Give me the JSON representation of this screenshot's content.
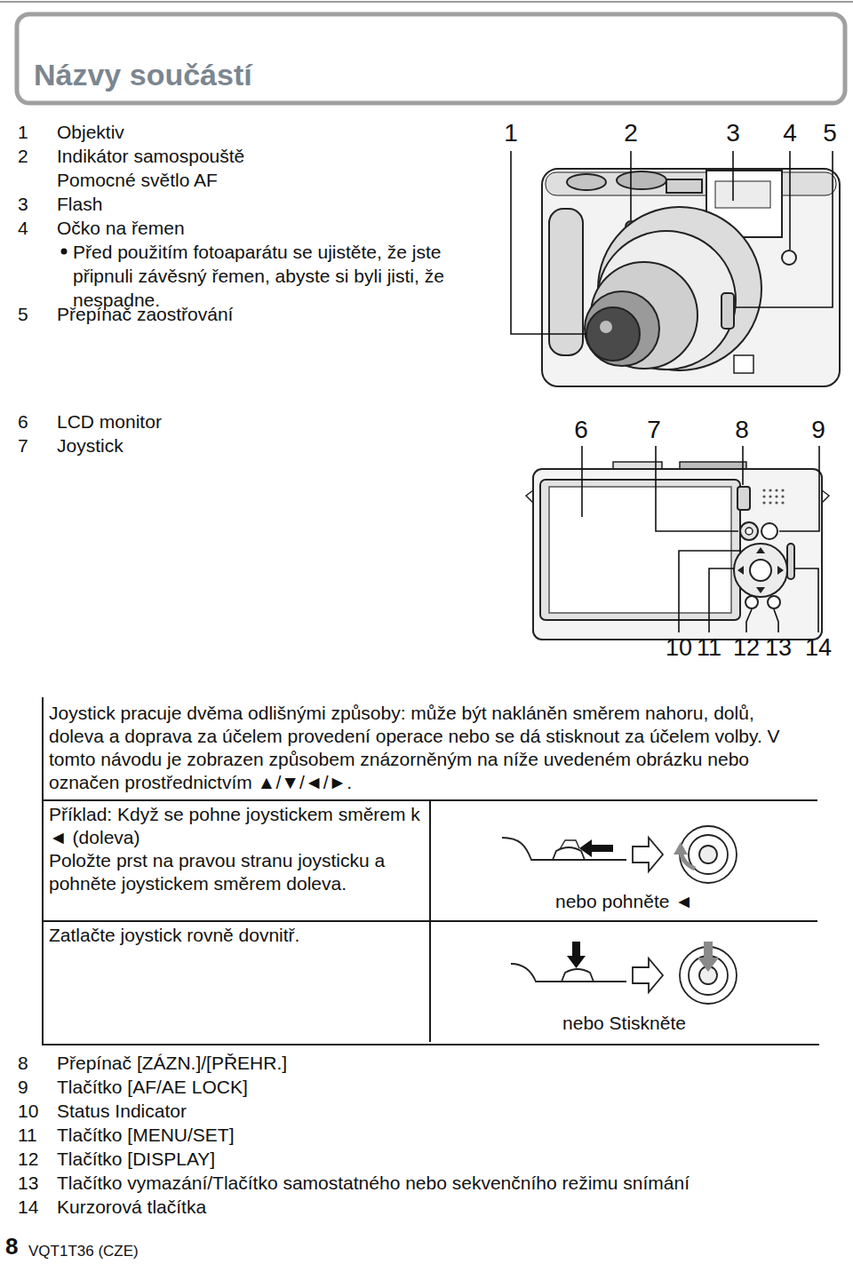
{
  "diagram": {
    "title": "Názvy součástí",
    "nodes": [
      {
        "text": [
          "Joystick pracuje dvěma odlišnými způsoby: může být nakláněn směrem nahoru, dolů, doleva a doprava za účelem provedení operace nebo se dá stisknout za účelem volby. V tomto návodu je zobrazen způsobem znázorněným na níže uvedeném obrázku nebo označen prostřednictvím ▲/▼/◄/►."
        ]
      },
      {
        "text": [
          "Příklad: Když se pohne joystickem směrem k ◄ (doleva)",
          "Položte prst na pravou stranu joysticku a pohněte joystickem směrem doleva."
        ],
        "in": 0
      },
      {
        "text": [
          "nebo pohněte ◄"
        ],
        "in": 0
      },
      {
        "text": [
          "Zatlačte joystick rovně dovnitř."
        ],
        "in": 0
      },
      {
        "text": [
          "nebo Stiskněte"
        ],
        "in": 0
      }
    ],
    "labels": [
      "1",
      "Objektiv",
      "2",
      "Indikátor samospouště",
      "Pomocné světlo AF",
      "3",
      "Flash",
      "4",
      "Očko na řemen",
      "Před použitím fotoaparátu se ujistěte, že jste připnuli závěsný řemen, abyste si byli jisti, že nespadne.",
      "5",
      "Přepínač zaostřování",
      "1",
      "2",
      "3",
      "4",
      "5",
      "6",
      "LCD monitor",
      "7",
      "Joystick",
      "6",
      "7",
      "8",
      "9",
      "10",
      "11",
      "12",
      "13",
      "14",
      "8",
      "Přepínač [ZÁZN.]/[PŘEHR.]",
      "9",
      "Tlačítko [AF/AE LOCK]",
      "10",
      "Status Indicator",
      "11",
      "Tlačítko [MENU/SET]",
      "12",
      "Tlačítko [DISPLAY]",
      "13",
      "Tlačítko vymazání/Tlačítko samostatného nebo sekvenčního režimu snímání",
      "14",
      "Kurzorová tlačítka",
      "8",
      "VQT1T36 (CZE)"
    ]
  }
}
